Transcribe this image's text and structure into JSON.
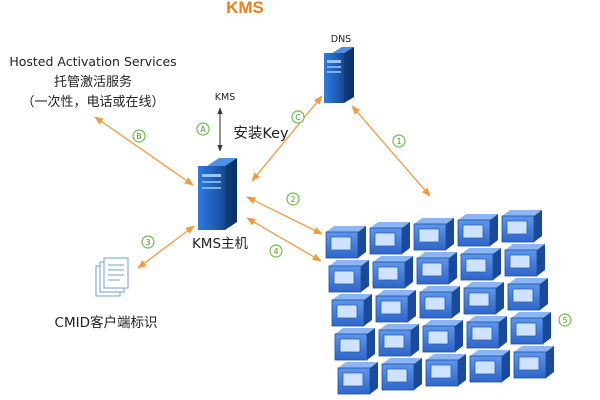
{
  "diagram": {
    "title": "KMS",
    "hosted_services_en": "Hosted Activation Services",
    "hosted_services_cn": "托管激活服务",
    "hosted_services_note": "（一次性，电话或在线）",
    "kms_label": "KMS",
    "dns_label": "DNS",
    "install_key": "安装Key",
    "kms_host": "KMS主机",
    "cmid": "CMID客户端标识",
    "badges": {
      "a": "A",
      "b": "B",
      "c": "C",
      "one": "1",
      "two": "2",
      "three": "3",
      "four": "4",
      "five": "5"
    },
    "colors": {
      "title": "#f07c1b",
      "arrow": "#f39a3e",
      "server": "#1f5fb8",
      "client_cube": "#3a74d8",
      "badge": "#6bbf46"
    }
  }
}
